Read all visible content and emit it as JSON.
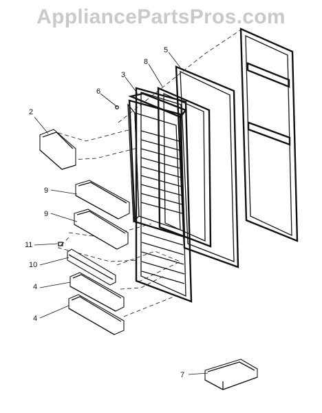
{
  "watermark": "AppliancePartsPros.com",
  "callouts": {
    "c2": "2",
    "c3": "3",
    "c4a": "4",
    "c4b": "4",
    "c5": "5",
    "c6": "6",
    "c7": "7",
    "c8": "8",
    "c9a": "9",
    "c9b": "9",
    "c10": "10",
    "c11": "11"
  }
}
